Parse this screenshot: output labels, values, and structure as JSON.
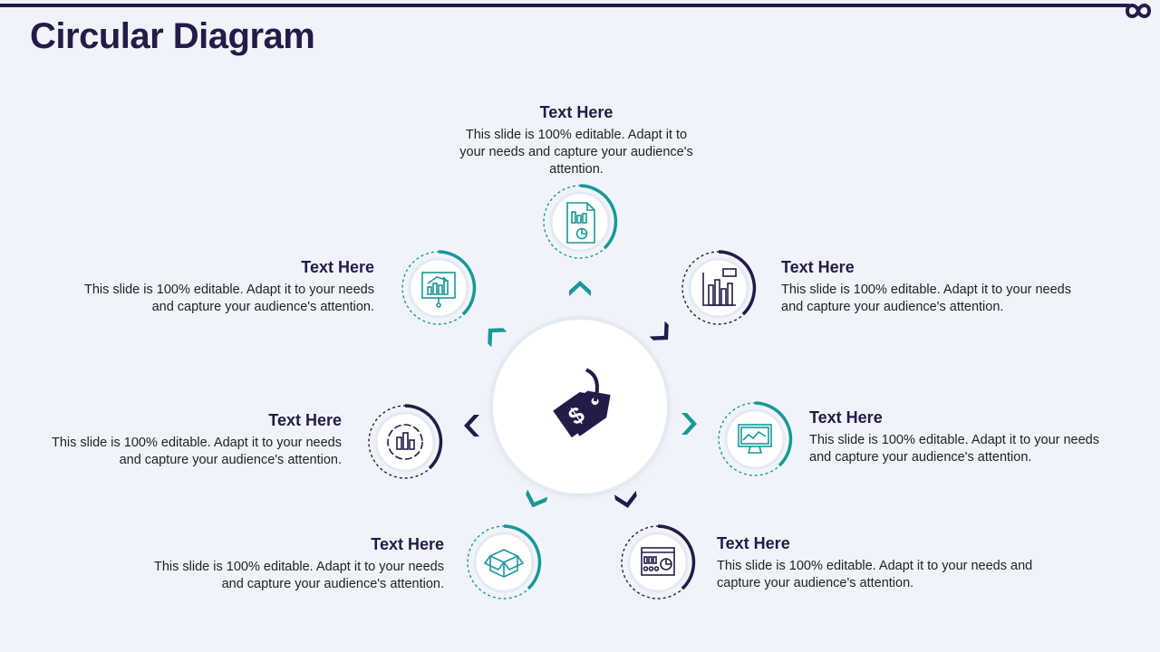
{
  "title": "Circular Diagram",
  "colors": {
    "navy": "#241b48",
    "teal": "#18989a",
    "background": "#f0f4fa"
  },
  "center": {
    "icon": "price-tag-dollar-icon"
  },
  "items": [
    {
      "heading": "Text Here",
      "body": "This slide is 100% editable. Adapt it to your needs and capture your audience's attention.",
      "icon": "document-chart-icon"
    },
    {
      "heading": "Text Here",
      "body": "This slide is 100% editable. Adapt it to your needs and capture your audience's attention.",
      "icon": "bar-chart-icon"
    },
    {
      "heading": "Text Here",
      "body": "This slide is 100% editable. Adapt it to your needs and capture your audience's attention.",
      "icon": "monitor-chart-icon"
    },
    {
      "heading": "Text Here",
      "body": "This slide is 100% editable. Adapt it to your needs and capture your audience's attention.",
      "icon": "dashboard-window-icon"
    },
    {
      "heading": "Text Here",
      "body": "This slide is 100% editable. Adapt it to your needs and capture your audience's attention.",
      "icon": "open-box-icon"
    },
    {
      "heading": "Text Here",
      "body": "This slide is 100% editable. Adapt it to your needs and capture your audience's attention.",
      "icon": "circular-bar-chart-icon"
    },
    {
      "heading": "Text Here",
      "body": "This slide is 100% editable. Adapt it to your needs and capture your audience's attention.",
      "icon": "presentation-board-icon"
    }
  ]
}
